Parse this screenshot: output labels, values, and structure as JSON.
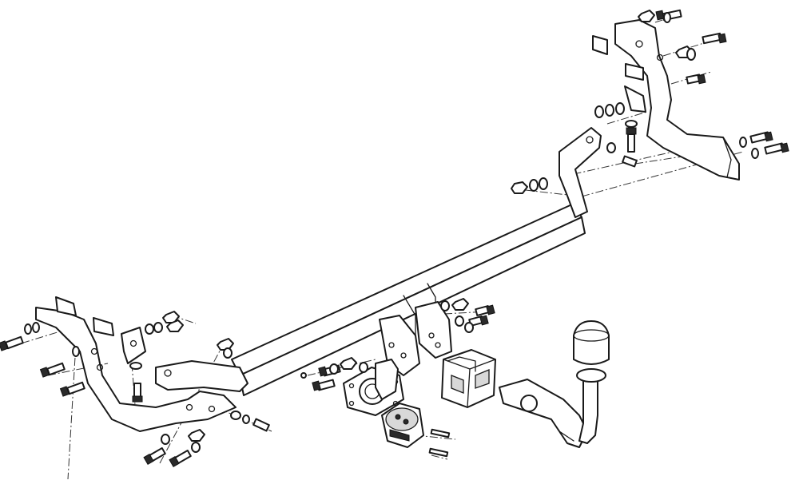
{
  "drawing": {
    "style": "exploded technical line drawing",
    "colors": {
      "line": "#1a1a1a",
      "background": "#ffffff",
      "fill_dark": "#2a2a2a",
      "fill_light": "#d8d8d8"
    },
    "components": [
      "main-crossbar",
      "right-side-bracket",
      "left-side-bracket",
      "tow-ball-neck",
      "tow-ball-cap",
      "receiver-block",
      "electrical-socket",
      "socket-mounting-plate",
      "bolts",
      "nuts",
      "washers",
      "centre-lines"
    ]
  }
}
